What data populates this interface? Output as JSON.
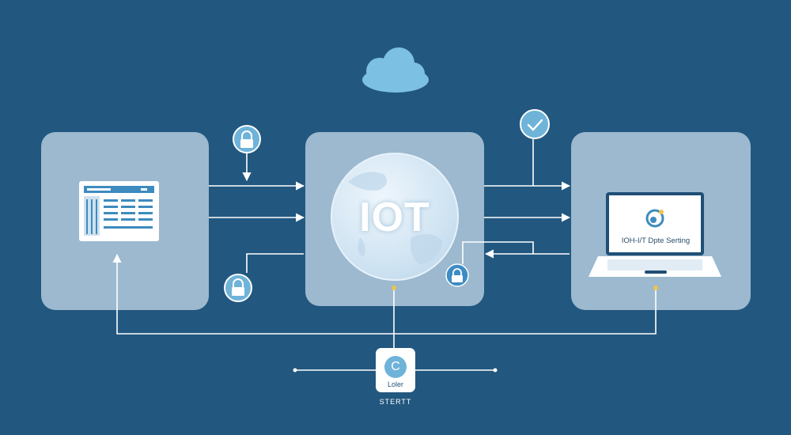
{
  "diagram": {
    "center_label": "IOT",
    "laptop_screen_text": "IOH-I/T Dpte Serting",
    "start_card_label": "Loler",
    "start_card_glyph": "C",
    "start_caption": "STERTT"
  },
  "icons": {
    "cloud": "cloud-icon",
    "lock_top": "lock-icon",
    "lock_bottom": "lock-icon",
    "check": "check-icon",
    "globe": "globe-icon",
    "spreadsheet": "spreadsheet-icon",
    "laptop": "laptop-icon",
    "padlock_center": "padlock-icon"
  },
  "colors": {
    "background": "#22577f",
    "panel": "#9cb9cf",
    "connector": "#ffffff",
    "icon_badge": "#6fb3d9",
    "cloud": "#7cc0e4",
    "accent_dot": "#f0c34a"
  }
}
